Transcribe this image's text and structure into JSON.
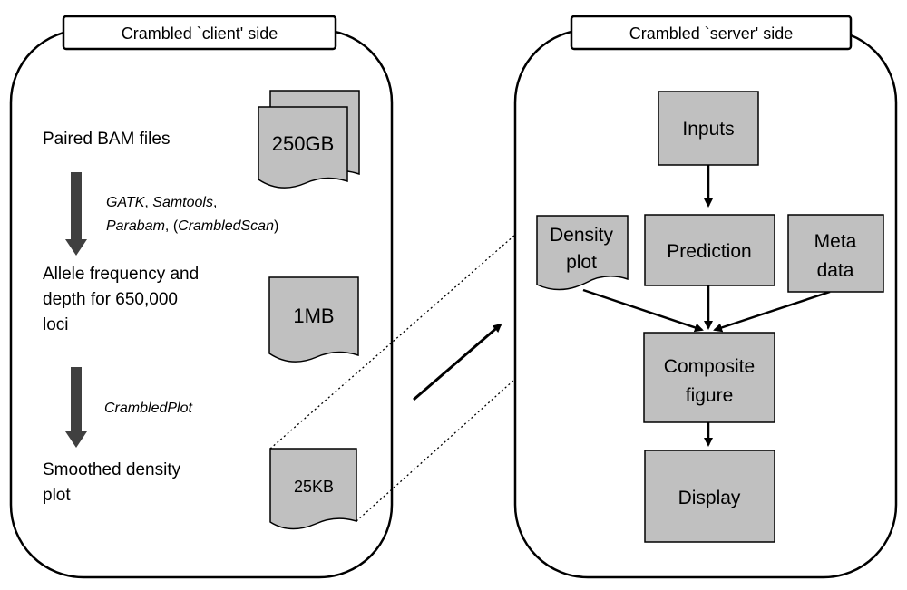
{
  "client": {
    "title": "Crambled `client' side",
    "steps": {
      "bam": "Paired BAM files",
      "allele": [
        "Allele frequency and",
        "depth for 650,000",
        "loci"
      ],
      "smoothed": [
        "Smoothed density",
        "plot"
      ]
    },
    "tools1": {
      "line1_a": "GATK",
      "line1_b": ", ",
      "line1_c": "Samtools",
      "line1_d": ",",
      "line2_a": "Parabam",
      "line2_b": ", (",
      "line2_c": "CrambledScan",
      "line2_d": ")"
    },
    "tools2": "CrambledPlot",
    "sizes": {
      "bam": "250GB",
      "allele": "1MB",
      "smoothed": "25KB"
    }
  },
  "server": {
    "title": "Crambled `server' side",
    "inputs": "Inputs",
    "prediction": "Prediction",
    "meta": [
      "Meta",
      "data"
    ],
    "density": [
      "Density",
      "plot"
    ],
    "composite": [
      "Composite",
      "figure"
    ],
    "display": "Display"
  },
  "colors": {
    "box_fill": "#c0c0c0",
    "doc_fill": "#c0c0c0",
    "arrow_gray": "#404040",
    "line": "#000000"
  }
}
